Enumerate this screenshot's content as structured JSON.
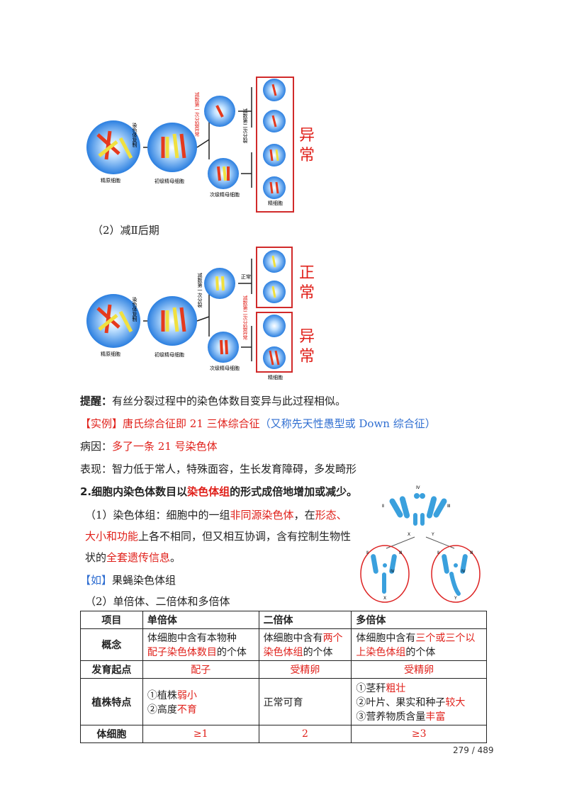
{
  "diagram1": {
    "label_step1": "染色体复制",
    "label_meiosis1_error": "减数第一次分裂异常",
    "label_meiosis2": "减数第二次分裂",
    "cell_spermatogonium": "精原细胞",
    "cell_primary": "初级精母细胞",
    "cell_secondary": "次级精母细胞",
    "cell_sperm": "精细胞",
    "result": "异常"
  },
  "section_title_2": "（2）减Ⅱ后期",
  "diagram2": {
    "label_step1": "染色体复制",
    "label_meiosis1": "减数第一次分裂",
    "label_normal_branch": "正常",
    "label_meiosis2_error": "减数第二次分裂异常",
    "cell_spermatogonium": "精原细胞",
    "cell_primary": "初级精母细胞",
    "cell_secondary": "次级精母细胞",
    "cell_sperm": "精细胞",
    "result_normal": "正常",
    "result_abnormal": "异常"
  },
  "tip": {
    "label": "提醒：",
    "text": "有丝分裂过程中的染色体数目变异与此过程相似。"
  },
  "example": {
    "tag": "【实例】",
    "title": "唐氏综合征即 21 三体综合征",
    "alias": "（又称先天性愚型或 Down 综合征）"
  },
  "cause": {
    "label": "病因：",
    "text": "多了一条 21 号染色体"
  },
  "symptom": {
    "label": "表现：",
    "text": "智力低于常人，特殊面容，生长发育障碍，多发畸形"
  },
  "heading2": {
    "prefix": "2.细胞内染色体数目以",
    "highlight": "染色体组",
    "suffix": "的形式成倍地增加或减少。"
  },
  "definition": {
    "p1": "（1）染色体组：细胞中的一组",
    "r1": "非同源染色体",
    "p2": "，在",
    "r2": "形态、",
    "r3": "大小和功能",
    "p3": "上各不相同，但又相互协调，含有控制生物性",
    "p4": "状的",
    "r4": "全套遗传信息",
    "p5": "。"
  },
  "fly_example": {
    "tag": "【如】",
    "text": "果蝇染色体组"
  },
  "fly_diagram": {
    "top": [
      "Ⅳ",
      "Ⅱ",
      "Ⅲ",
      "X",
      "Y"
    ],
    "left": [
      "Ⅱ",
      "Ⅲ",
      "Ⅳ",
      "X"
    ],
    "right": [
      "Ⅱ",
      "Ⅲ",
      "Ⅳ",
      "Y"
    ]
  },
  "section_title_ploidy": "（2）单倍体、二倍体和多倍体",
  "table": {
    "headers": [
      "项目",
      "单倍体",
      "二倍体",
      "多倍体"
    ],
    "row_concept": {
      "label": "概念",
      "haploid_a": "体细胞中含有本物种",
      "haploid_b": "配子染色体数目",
      "haploid_c": "的个体",
      "diploid_a": "体细胞中含有",
      "diploid_b": "两个",
      "diploid_c": "染色体组",
      "diploid_d": "的个体",
      "poly_a": "体细胞中含有",
      "poly_b": "三个或三个以",
      "poly_c": "上染色体组",
      "poly_d": "的个体"
    },
    "row_origin": {
      "label": "发育起点",
      "haploid": "配子",
      "diploid": "受精卵",
      "poly": "受精卵"
    },
    "row_traits": {
      "label": "植株特点",
      "haploid_1a": "①植株",
      "haploid_1b": "弱小",
      "haploid_2a": "②高度",
      "haploid_2b": "不育",
      "diploid": "正常可育",
      "poly_1a": "①茎秆",
      "poly_1b": "粗壮",
      "poly_2a": "②叶片、果实和种子",
      "poly_2b": "较大",
      "poly_3a": "③营养物质含量",
      "poly_3b": "丰富"
    },
    "row_somatic": {
      "label": "体细胞",
      "haploid": "≥1",
      "diploid": "2",
      "poly": "≥3"
    }
  },
  "page_number": "279 / 489"
}
